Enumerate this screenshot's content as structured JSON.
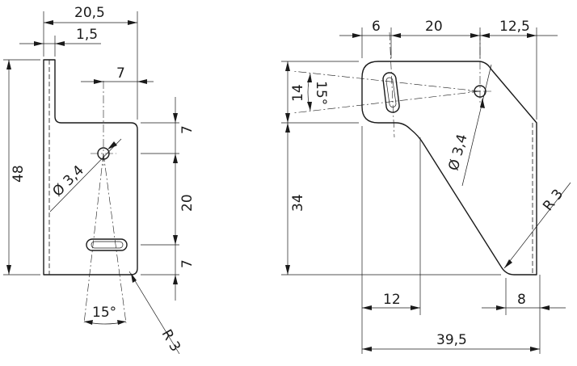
{
  "left_view": {
    "dim_width": "20,5",
    "dim_thickness": "1,5",
    "dim_hole_offset": "7",
    "dim_height": "48",
    "dim_diameter": "Ø 3,4",
    "dim_top_gap": "7",
    "dim_slot_spacing": "20",
    "dim_bottom_gap": "7",
    "dim_angle": "15°",
    "dim_radius": "R 3"
  },
  "right_view": {
    "dim_slot_width": "6",
    "dim_spacing": "20",
    "dim_edge": "12,5",
    "dim_height_top": "14",
    "dim_angle": "15°",
    "dim_diameter": "Ø 3,4",
    "dim_height_bottom": "34",
    "dim_radius": "R 3",
    "dim_bottom_offset": "12",
    "dim_foot": "8",
    "dim_total_width": "39,5"
  }
}
